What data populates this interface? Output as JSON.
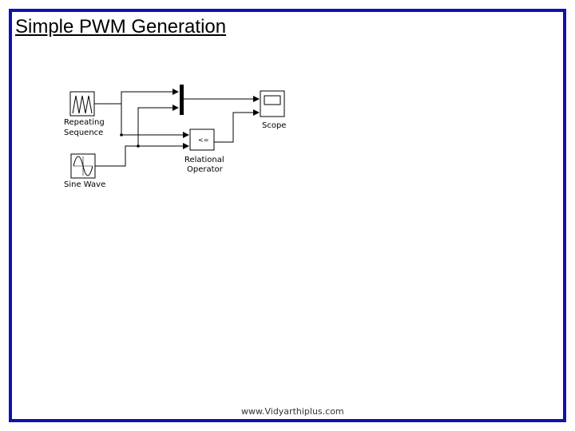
{
  "title": "Simple PWM Generation",
  "blocks": {
    "repeating_sequence": {
      "label_line1": "Repeating",
      "label_line2": "Sequence"
    },
    "sine_wave": {
      "label": "Sine Wave"
    },
    "relational_operator": {
      "label_line1": "Relational",
      "label_line2": "Operator",
      "operator": "<="
    },
    "scope": {
      "label": "Scope"
    },
    "mux": {}
  },
  "footer": "www.Vidyarthiplus.com",
  "colors": {
    "border": "#1010b0",
    "line": "#000000"
  }
}
